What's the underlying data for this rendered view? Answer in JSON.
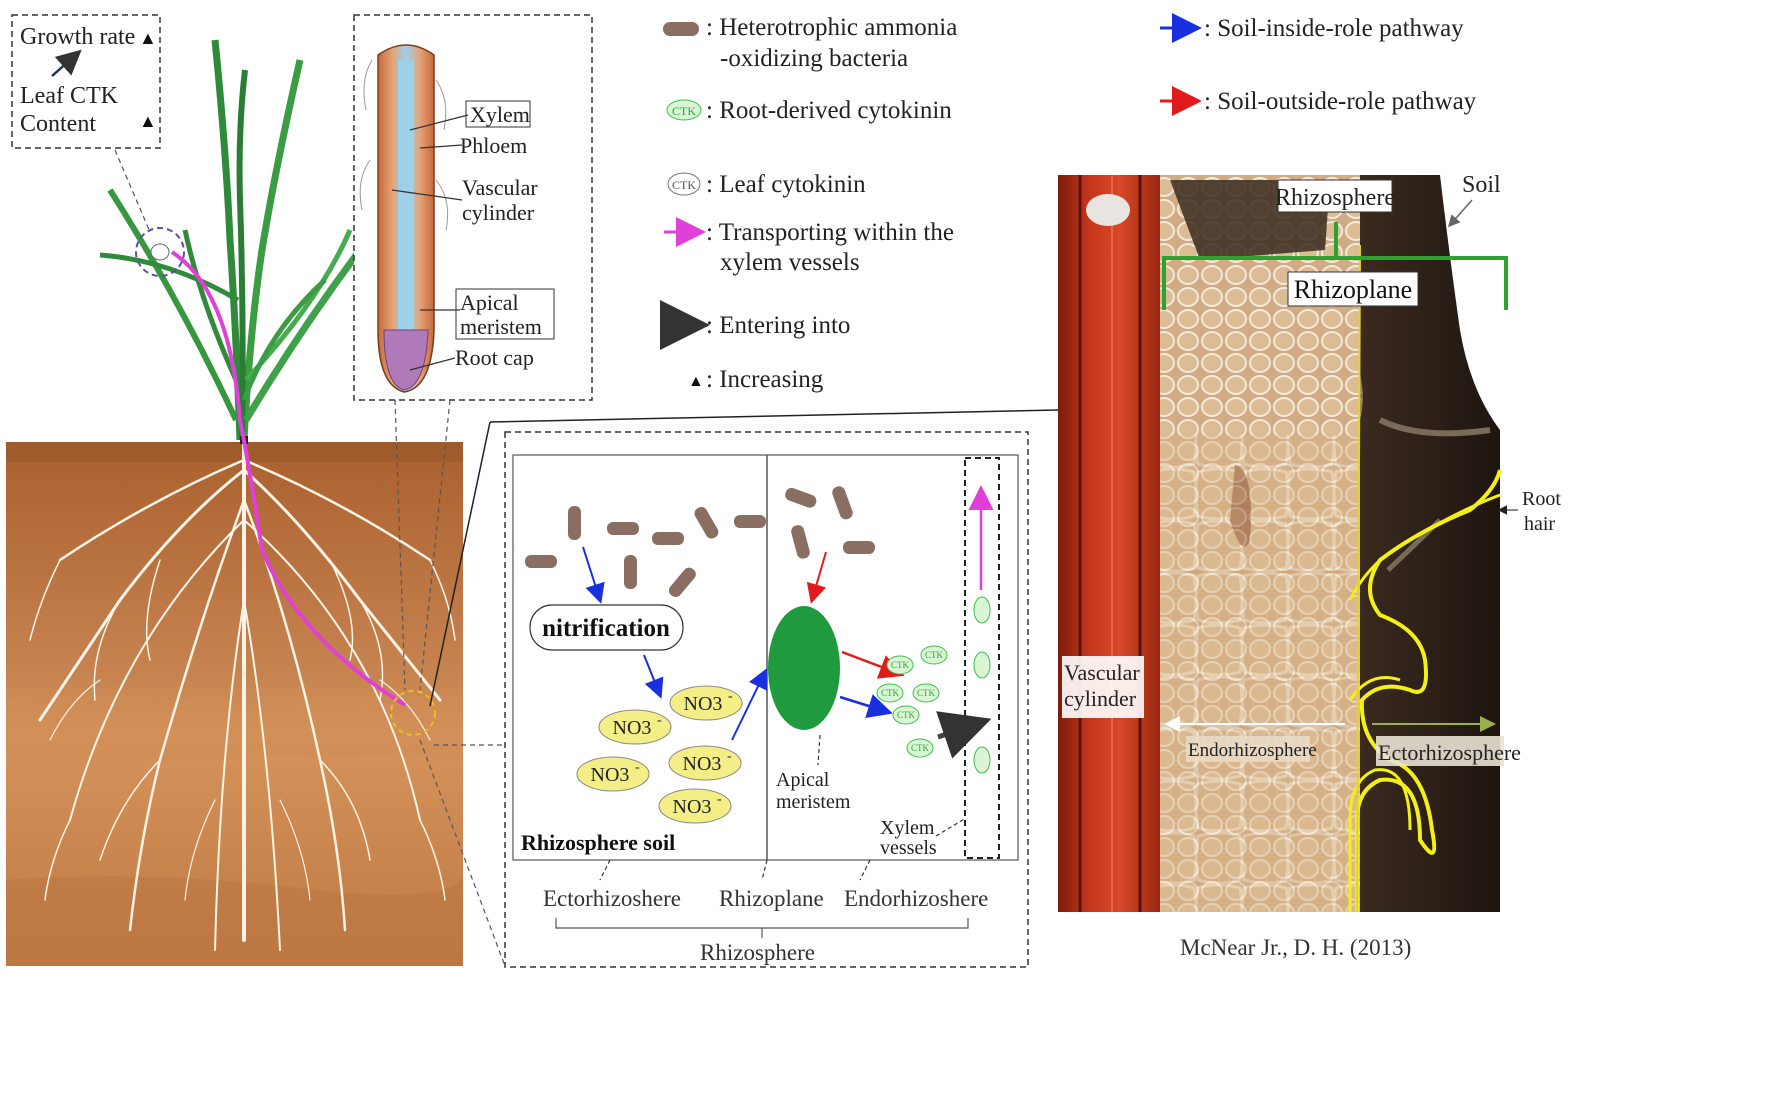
{
  "callout": {
    "growth_rate": "Growth rate",
    "leaf_ctk_line1": "Leaf CTK",
    "leaf_ctk_line2": "Content",
    "increase_marker": "▲"
  },
  "root_tip": {
    "xylem": "Xylem",
    "phloem": "Phloem",
    "vascular_line1": "Vascular",
    "vascular_line2": "cylinder",
    "apical_line1": "Apical",
    "apical_line2": "meristem",
    "root_cap": "Root cap"
  },
  "legend": {
    "bacteria_line1": ": Heterotrophic ammonia",
    "bacteria_line2": "-oxidizing bacteria",
    "root_ctk": ": Root-derived cytokinin",
    "leaf_ctk": ": Leaf cytokinin",
    "transport_line1": ": Transporting within the",
    "transport_line2": "xylem vessels",
    "entering": ": Entering into",
    "increasing": ": Increasing",
    "ctk_symbol": "CTK",
    "soil_inside": ": Soil-inside-role pathway",
    "soil_outside": ": Soil-outside-role pathway"
  },
  "zoom": {
    "nitrification": "nitrification",
    "no3": "NO3",
    "no3_sup": "-",
    "rhizosphere_soil": "Rhizosphere soil",
    "apical_line1": "Apical",
    "apical_line2": "meristem",
    "xylem_line1": "Xylem",
    "xylem_line2": "vessels",
    "ectorhizosphere": "Ectorhizoshere",
    "rhizoplane": "Rhizoplane",
    "endorhizosphere": "Endorhizoshere",
    "rhizosphere": "Rhizosphere"
  },
  "micrograph": {
    "soil": "Soil",
    "rhizosphere": "Rhizosphere",
    "rhizoplane": "Rhizoplane",
    "root_hair_line1": "Root",
    "root_hair_line2": "hair",
    "vascular_line1": "Vascular",
    "vascular_line2": "cylinder",
    "endorhizosphere": "Endorhizosphere",
    "ectorhizosphere": "Ectorhizosphere",
    "citation": "McNear Jr., D. H. (2013)"
  },
  "colors": {
    "soil_top": "#b0683a",
    "soil_mid": "#c98652",
    "bacteria": "#8b6e62",
    "ctk_green": "#3fbf4f",
    "no3_fill": "#f4ee86",
    "meristem_green": "#1f9a3e",
    "blue_arrow": "#1a2fe0",
    "red_arrow": "#e21a1a",
    "magenta": "#e040d8",
    "yellow_outline": "#f1f02a",
    "bracket_green": "#2fa12f"
  }
}
